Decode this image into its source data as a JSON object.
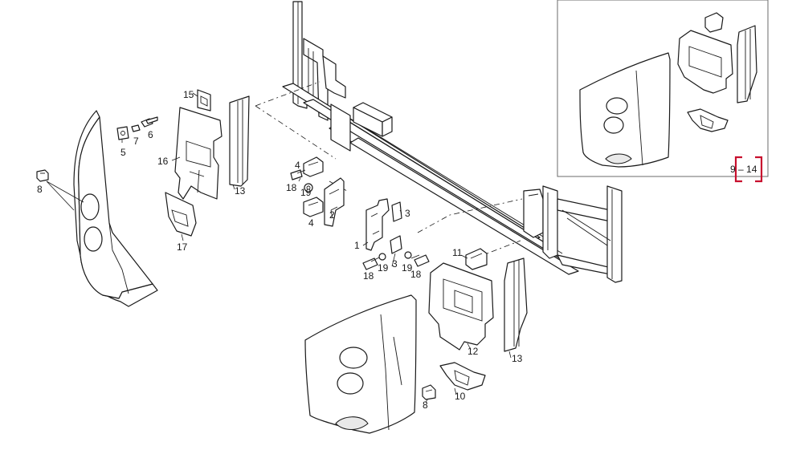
{
  "callouts": [
    {
      "id": "c8a",
      "text": "8"
    },
    {
      "id": "c5",
      "text": "5"
    },
    {
      "id": "c7",
      "text": "7"
    },
    {
      "id": "c6",
      "text": "6"
    },
    {
      "id": "c15",
      "text": "15"
    },
    {
      "id": "c16",
      "text": "16"
    },
    {
      "id": "c13a",
      "text": "13"
    },
    {
      "id": "c17",
      "text": "17"
    },
    {
      "id": "c4a",
      "text": "4"
    },
    {
      "id": "c18a",
      "text": "18"
    },
    {
      "id": "c19a",
      "text": "19"
    },
    {
      "id": "c2",
      "text": "2"
    },
    {
      "id": "c4b",
      "text": "4"
    },
    {
      "id": "c3a",
      "text": "3"
    },
    {
      "id": "c1",
      "text": "1"
    },
    {
      "id": "c3b",
      "text": "3"
    },
    {
      "id": "c19b",
      "text": "19"
    },
    {
      "id": "c19c",
      "text": "19"
    },
    {
      "id": "c18b",
      "text": "18"
    },
    {
      "id": "c18c",
      "text": "18"
    },
    {
      "id": "c11",
      "text": "11"
    },
    {
      "id": "c12",
      "text": "12"
    },
    {
      "id": "c13b",
      "text": "13"
    },
    {
      "id": "c10",
      "text": "10"
    },
    {
      "id": "c8b",
      "text": "8"
    }
  ],
  "inset": {
    "range_label": "9 – 14",
    "bracket_color": "#c8102e"
  }
}
